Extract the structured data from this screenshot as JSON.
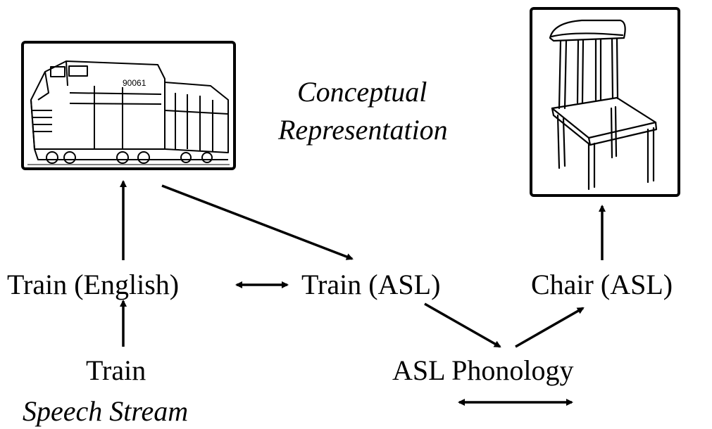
{
  "concept_title": {
    "line1": "Conceptual",
    "line2": "Representation"
  },
  "nodes": {
    "train_english": "Train (English)",
    "train_asl": "Train (ASL)",
    "chair_asl": "Chair (ASL)",
    "train_speech": "Train",
    "speech_stream": "Speech Stream",
    "asl_phonology": "ASL Phonology"
  },
  "images": {
    "train": "train-illustration",
    "chair": "chair-illustration"
  }
}
